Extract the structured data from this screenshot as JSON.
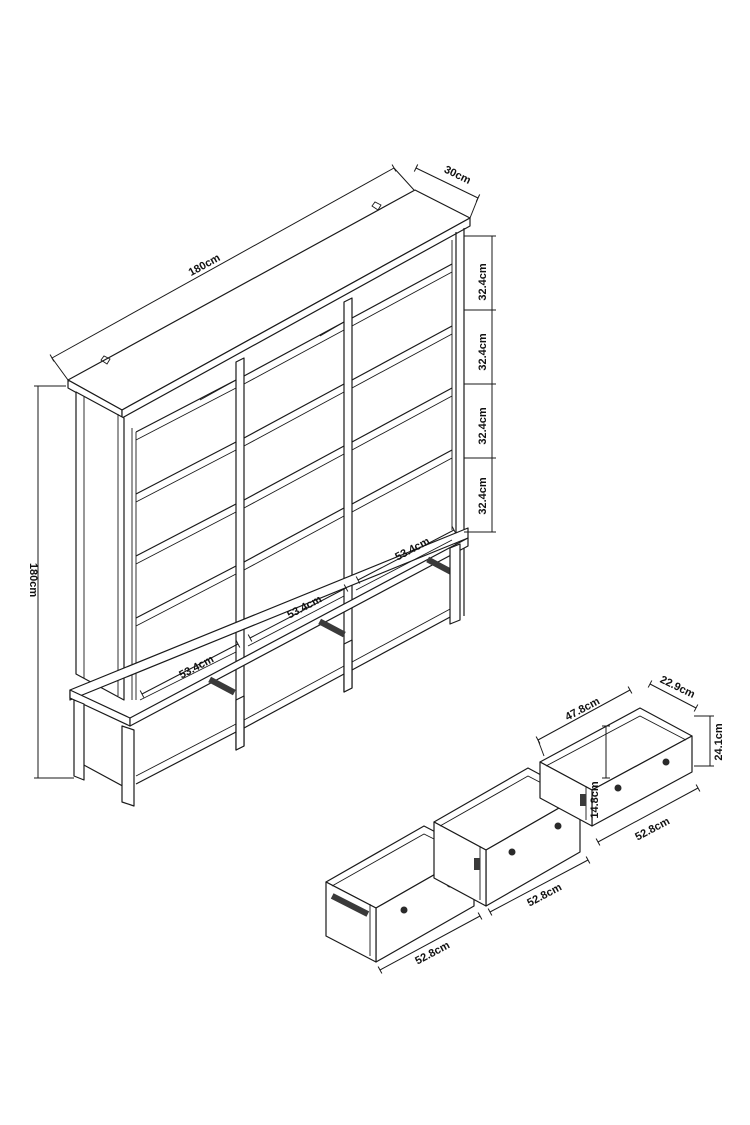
{
  "dimensions": {
    "width": "180cm",
    "depth": "30cm",
    "height": "180cm",
    "shelf_heights": [
      "32.4cm",
      "32.4cm",
      "32.4cm",
      "32.4cm"
    ],
    "compartment_widths": [
      "53.4cm",
      "53.4cm",
      "53.4cm"
    ],
    "drawer_width": "47.8cm",
    "drawer_depth": "22.9cm",
    "drawer_height": "24.1cm",
    "drawer_inner_height": "14.8cm",
    "drawer_outer_widths": [
      "52.8cm",
      "52.8cm",
      "52.8cm"
    ]
  }
}
